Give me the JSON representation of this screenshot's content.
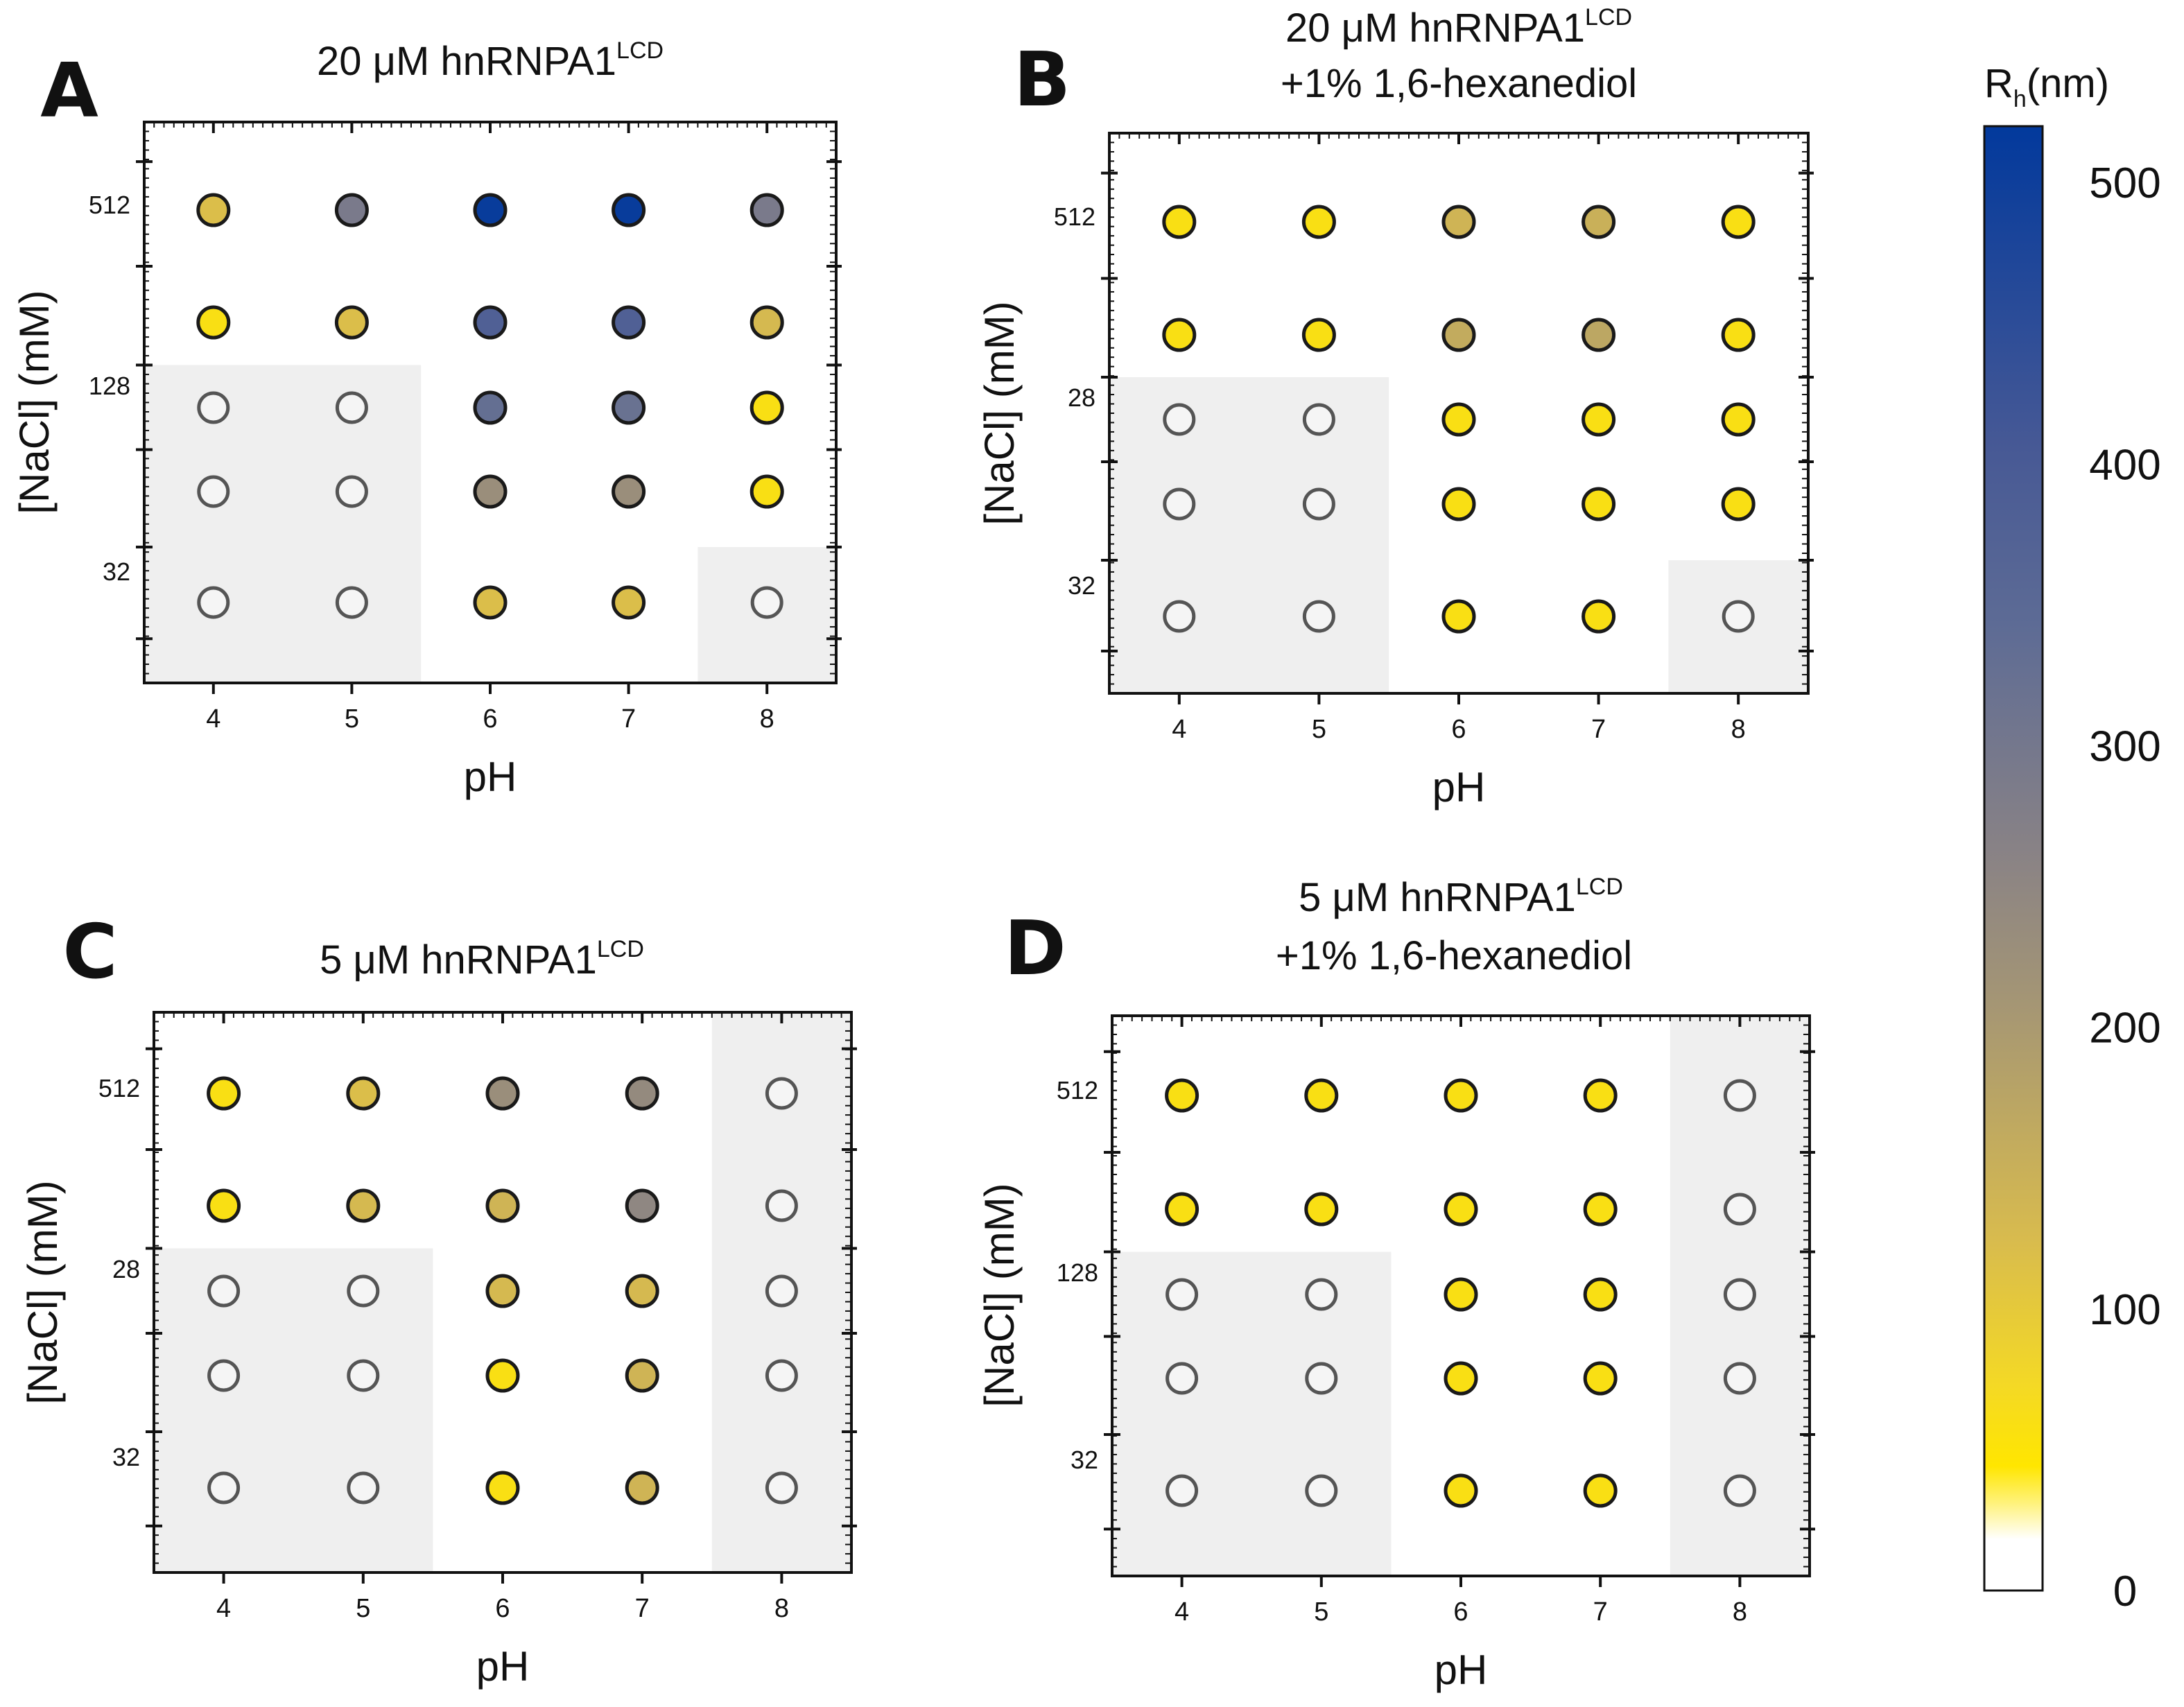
{
  "chart_data": [
    {
      "type": "scatter",
      "panel": "A",
      "title": "20 μM hnRNPA1",
      "title_sup": "LCD",
      "title_line2": "",
      "xlabel": "pH",
      "ylabel": "[NaCl] (mM)",
      "x_ticks": [
        "4",
        "5",
        "6",
        "7",
        "8"
      ],
      "y_ticks": [
        {
          "label": "512",
          "row": 0
        },
        {
          "label": "128",
          "row": 2
        },
        {
          "label": "32",
          "row": 4
        }
      ],
      "rows": 5,
      "values": [
        [
          120,
          290,
          510,
          510,
          290
        ],
        [
          60,
          120,
          380,
          380,
          130
        ],
        [
          null,
          null,
          330,
          320,
          60
        ],
        [
          null,
          null,
          230,
          230,
          60
        ],
        [
          null,
          null,
          120,
          120,
          null
        ]
      ],
      "shaded_regions": [
        {
          "x_from": "4",
          "x_to": "5",
          "rows_from": 2,
          "rows_to": 4
        },
        {
          "x_from": "8",
          "x_to": "8",
          "rows_from": 4,
          "rows_to": 4
        }
      ]
    },
    {
      "type": "scatter",
      "panel": "B",
      "title": "20 μM hnRNPA1",
      "title_sup": "LCD",
      "title_line2": "+1% 1,6-hexanediol",
      "xlabel": "pH",
      "ylabel": "[NaCl] (mM)",
      "x_ticks": [
        "4",
        "5",
        "6",
        "7",
        "8"
      ],
      "y_ticks": [
        {
          "label": "512",
          "row": 0
        },
        {
          "label": "28",
          "row": 2
        },
        {
          "label": "32",
          "row": 4
        }
      ],
      "rows": 5,
      "values": [
        [
          60,
          60,
          140,
          150,
          60
        ],
        [
          60,
          60,
          160,
          170,
          60
        ],
        [
          null,
          null,
          60,
          60,
          60
        ],
        [
          null,
          null,
          60,
          60,
          60
        ],
        [
          null,
          null,
          60,
          60,
          null
        ]
      ],
      "shaded_regions": [
        {
          "x_from": "4",
          "x_to": "5",
          "rows_from": 2,
          "rows_to": 4
        },
        {
          "x_from": "8",
          "x_to": "8",
          "rows_from": 4,
          "rows_to": 4
        }
      ]
    },
    {
      "type": "scatter",
      "panel": "C",
      "title": "5 μM hnRNPA1",
      "title_sup": "LCD",
      "title_line2": "",
      "xlabel": "pH",
      "ylabel": "[NaCl] (mM)",
      "x_ticks": [
        "4",
        "5",
        "6",
        "7",
        "8"
      ],
      "y_ticks": [
        {
          "label": "512",
          "row": 0
        },
        {
          "label": "28",
          "row": 2
        },
        {
          "label": "32",
          "row": 4
        }
      ],
      "rows": 5,
      "values": [
        [
          60,
          120,
          230,
          240,
          null
        ],
        [
          60,
          130,
          140,
          250,
          null
        ],
        [
          null,
          null,
          130,
          130,
          null
        ],
        [
          null,
          null,
          60,
          140,
          null
        ],
        [
          null,
          null,
          60,
          140,
          null
        ]
      ],
      "shaded_regions": [
        {
          "x_from": "4",
          "x_to": "5",
          "rows_from": 2,
          "rows_to": 4
        },
        {
          "x_from": "8",
          "x_to": "8",
          "rows_from": 0,
          "rows_to": 4
        }
      ]
    },
    {
      "type": "scatter",
      "panel": "D",
      "title": "5 μM hnRNPA1",
      "title_sup": "LCD",
      "title_line2": "+1% 1,6-hexanediol",
      "xlabel": "pH",
      "ylabel": "[NaCl] (mM)",
      "x_ticks": [
        "4",
        "5",
        "6",
        "7",
        "8"
      ],
      "y_ticks": [
        {
          "label": "512",
          "row": 0
        },
        {
          "label": "128",
          "row": 2
        },
        {
          "label": "32",
          "row": 4
        }
      ],
      "rows": 5,
      "values": [
        [
          60,
          60,
          60,
          60,
          null
        ],
        [
          60,
          60,
          60,
          60,
          null
        ],
        [
          null,
          null,
          60,
          60,
          null
        ],
        [
          null,
          null,
          60,
          60,
          null
        ],
        [
          null,
          null,
          60,
          60,
          null
        ]
      ],
      "shaded_regions": [
        {
          "x_from": "4",
          "x_to": "5",
          "rows_from": 2,
          "rows_to": 4
        },
        {
          "x_from": "8",
          "x_to": "8",
          "rows_from": 0,
          "rows_to": 4
        }
      ]
    }
  ],
  "colorbar": {
    "title": "R",
    "title_sub": "h",
    "title_unit": "(nm)",
    "range": [
      0,
      520
    ],
    "ticks": [
      "0",
      "100",
      "200",
      "300",
      "400",
      "500"
    ],
    "colors": {
      "zero": "#ffffff",
      "low_yellow": "#ffe600",
      "mid_gold": "#d8bb4e",
      "gray": "#8a8385",
      "slate": "#4a5a96",
      "blue": "#02399c"
    }
  },
  "styles": {
    "shade_color": "#efefef",
    "empty_marker_stroke": "#555555",
    "marker_stroke": "#1a1a1a"
  }
}
